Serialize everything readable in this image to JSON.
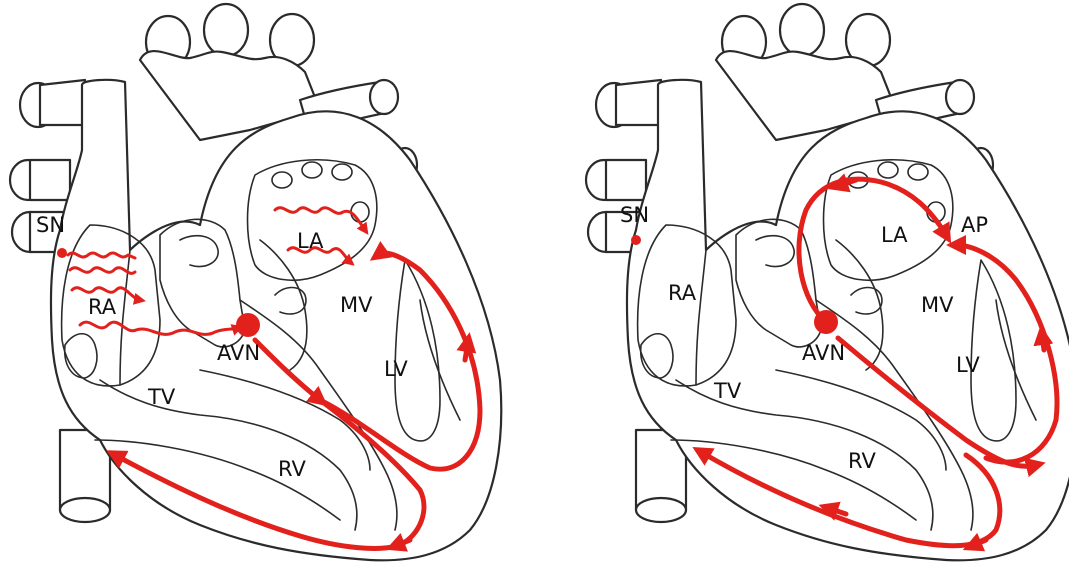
{
  "colors": {
    "conduction": "#e3211c",
    "outline": "#2b2b2b",
    "background": "#ffffff"
  },
  "left_heart": {
    "labels": {
      "sn": "SN",
      "la": "LA",
      "ra": "RA",
      "mv": "MV",
      "avn": "AVN",
      "lv": "LV",
      "tv": "TV",
      "rv": "RV"
    }
  },
  "right_heart": {
    "labels": {
      "sn": "SN",
      "la": "LA",
      "ap": "AP",
      "ra": "RA",
      "mv": "MV",
      "avn": "AVN",
      "lv": "LV",
      "tv": "TV",
      "rv": "RV"
    }
  }
}
